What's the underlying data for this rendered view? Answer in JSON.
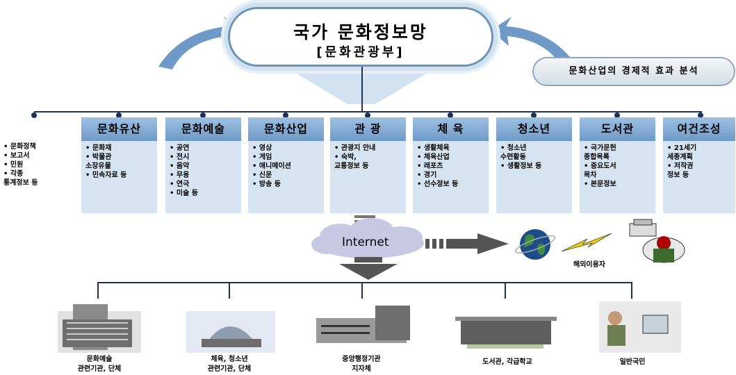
{
  "header": {
    "title": "국가 문화정보망",
    "subtitle": "[문화관광부]"
  },
  "analysis": "문화산업의 경제적 효과 분석",
  "misc_items": [
    "문화정책",
    "보고서",
    "민원",
    "각종\n통계정보 등"
  ],
  "categories": [
    {
      "title": "문화유산",
      "items": [
        "문화재",
        "박물관\n소장유물",
        "민속자료 등"
      ]
    },
    {
      "title": "문화예술",
      "items": [
        "공연",
        "전시",
        "음악",
        "무용",
        "연극",
        "미술 등"
      ]
    },
    {
      "title": "문화산업",
      "items": [
        "영상",
        "게임",
        "애니메이션",
        "신문",
        "방송 등"
      ]
    },
    {
      "title": "관 광",
      "items": [
        "관광지 안내",
        "숙박,\n교통정보 등"
      ]
    },
    {
      "title": "체 육",
      "items": [
        "생활체육",
        "체육산업",
        "레포츠",
        "경기",
        "선수정보 등"
      ]
    },
    {
      "title": "청소년",
      "items": [
        "청소년\n수련활동",
        "생활정보 등"
      ]
    },
    {
      "title": "도서관",
      "items": [
        "국가문헌\n종합목록",
        "중요도서\n목차",
        "본문정보"
      ]
    },
    {
      "title": "여건조성",
      "items": [
        "21세기\n세종계획",
        "저작권\n정보 등"
      ]
    }
  ],
  "internet": {
    "label": "Internet"
  },
  "overseas": {
    "label": "해외이용자"
  },
  "bottom": [
    "문화예술\n관련기관, 단체",
    "체육, 청소년\n관련기관, 단체",
    "중앙행정기관\n지자체",
    "도서관, 각급학교",
    "일반국민"
  ],
  "colors": {
    "header_blue": "#6f99c6",
    "box_fill": "#d6e4f1",
    "line": "#1b3350",
    "arrow_gray": "#555555",
    "cloud": "#c9c9e3"
  }
}
